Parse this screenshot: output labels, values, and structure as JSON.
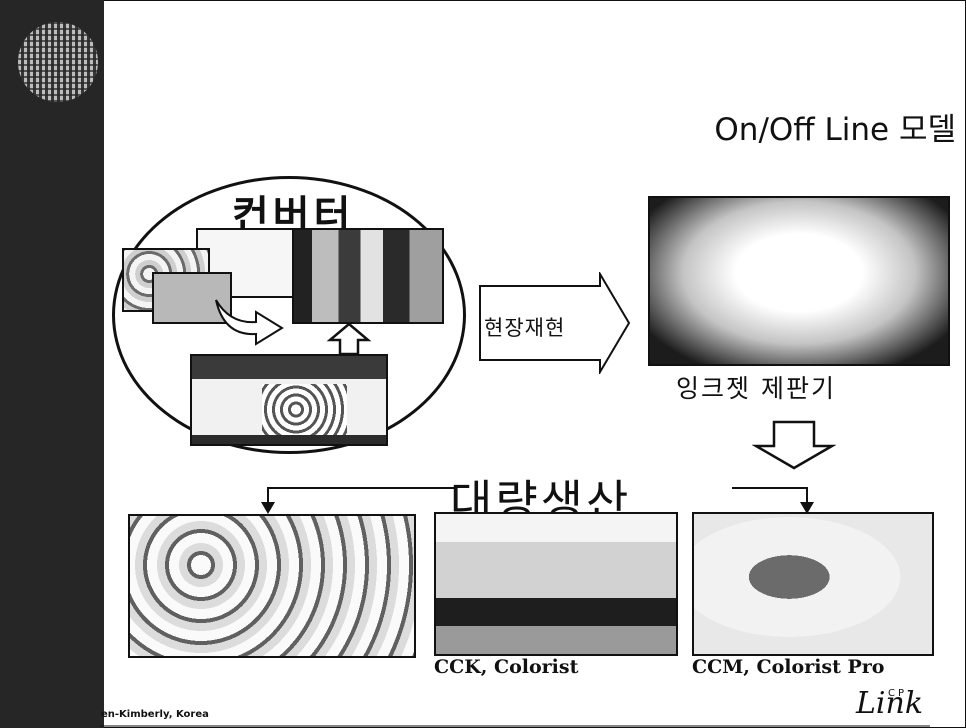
{
  "slide": {
    "title": "On/Off Line 모델",
    "converter_label": "컨버터",
    "arrow_label": "현장재현",
    "inkjet_label": "잉크젯 제판기",
    "mass_production_label": "대량생산",
    "products": [
      {
        "caption": ""
      },
      {
        "caption": "CCK, Colorist"
      },
      {
        "caption": "CCM, Colorist Pro"
      }
    ],
    "footer_text": "en-Kimberly, Korea",
    "logo_text": "Link",
    "logo_tag": "CP"
  },
  "colors": {
    "background": "#ffffff",
    "sidebar": "#262626",
    "ink": "#111111"
  }
}
